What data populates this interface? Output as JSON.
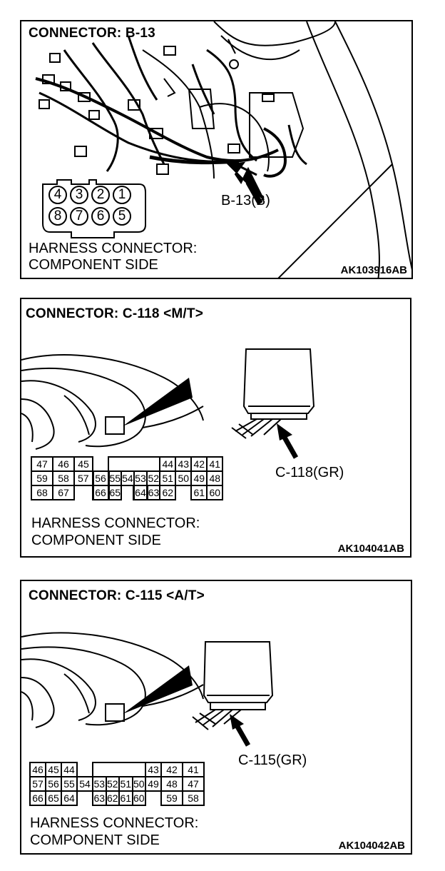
{
  "panels": [
    {
      "title": "CONNECTOR: B-13",
      "callout": "B-13(B)",
      "caption_line1": "HARNESS CONNECTOR:",
      "caption_line2": "COMPONENT SIDE",
      "code": "AK103916AB",
      "pins_top": [
        "4",
        "3",
        "2",
        "1"
      ],
      "pins_bottom": [
        "8",
        "7",
        "6",
        "5"
      ]
    },
    {
      "title": "CONNECTOR: C-118 <M/T>",
      "callout": "C-118(GR)",
      "caption_line1": "HARNESS CONNECTOR:",
      "caption_line2": "COMPONENT SIDE",
      "code": "AK104041AB",
      "rows": [
        [
          "47",
          "46",
          "45",
          "",
          "",
          "",
          "",
          "",
          "44",
          "43",
          "42",
          "41"
        ],
        [
          "59",
          "58",
          "57",
          "56",
          "55",
          "54",
          "53",
          "52",
          "51",
          "50",
          "49",
          "48"
        ],
        [
          "68",
          "67",
          "",
          "66",
          "65",
          "",
          "64",
          "63",
          "62",
          "",
          "61",
          "60"
        ]
      ]
    },
    {
      "title": "CONNECTOR: C-115 <A/T>",
      "callout": "C-115(GR)",
      "caption_line1": "HARNESS CONNECTOR:",
      "caption_line2": "COMPONENT SIDE",
      "code": "AK104042AB",
      "rows": [
        [
          "46",
          "45",
          "44",
          "",
          "",
          "",
          "",
          "",
          "43",
          "42",
          "41"
        ],
        [
          "57",
          "56",
          "55",
          "54",
          "53",
          "52",
          "51",
          "50",
          "49",
          "48",
          "47"
        ],
        [
          "66",
          "65",
          "64",
          "",
          "63",
          "62",
          "61",
          "60",
          "",
          "59",
          "58"
        ]
      ]
    }
  ]
}
